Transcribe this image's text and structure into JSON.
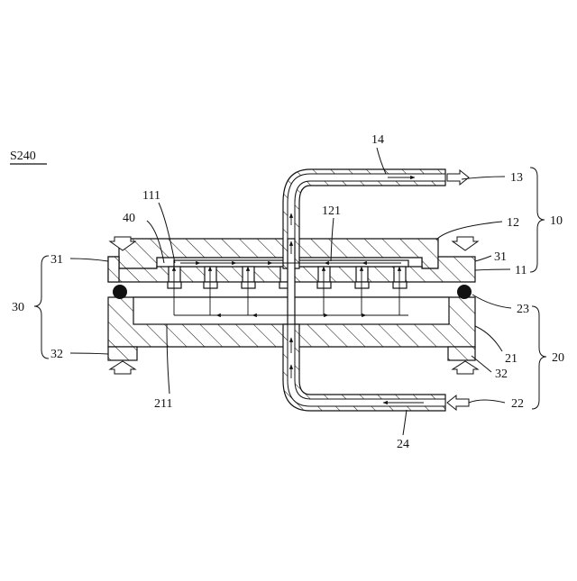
{
  "step_label": "S240",
  "labels": {
    "l10": "10",
    "l11": "11",
    "l12": "12",
    "l13": "13",
    "l14": "14",
    "l20": "20",
    "l21": "21",
    "l22": "22",
    "l23": "23",
    "l24": "24",
    "l30": "30",
    "l31_left": "31",
    "l31_right": "31",
    "l32_left": "32",
    "l32_right": "32",
    "l40": "40",
    "l111": "111",
    "l121": "121",
    "l211": "211"
  }
}
